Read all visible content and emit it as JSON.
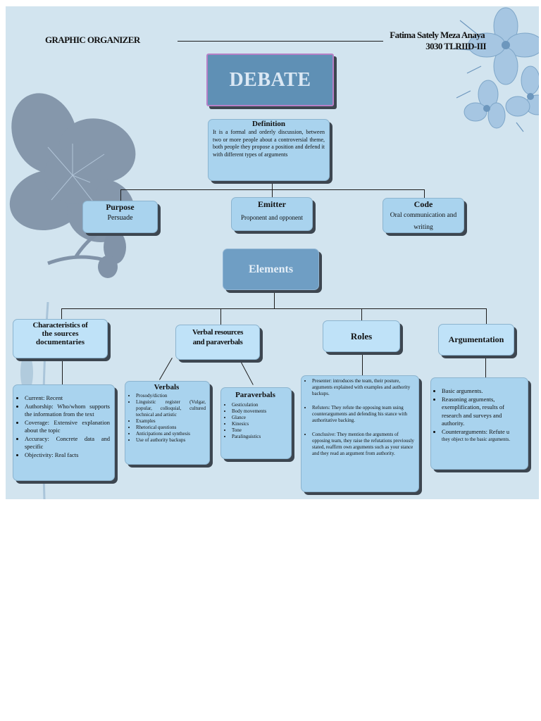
{
  "header": {
    "label": "GRAPHIC ORGANIZER",
    "author": "Fatima Sately Meza Anaya",
    "group": "3030 TLRIID-III"
  },
  "title": "DEBATE",
  "definition": {
    "title": "Definition",
    "text": "It is a formal and orderly discussion, between two or more people about a controversial theme, both people they propose a position and defend it with different types of arguments"
  },
  "purpose": {
    "title": "Purpose",
    "text": "Persuade"
  },
  "emitter": {
    "title": "Emitter",
    "text": "Proponent and opponent"
  },
  "code": {
    "title": "Code",
    "text": "Oral communication and writing"
  },
  "elements": {
    "title": "Elements"
  },
  "characteristics": {
    "title_line1": "Characteristics of",
    "title_line2": "the sources",
    "title_line3": "documentaries",
    "items": [
      "Current: Recent",
      "Authorship: Who/whom supports the information from the text",
      "Coverage: Extensive explanation about the topic",
      "Accuracy: Concrete data and specific",
      "Objectivity: Real facts"
    ]
  },
  "verbal_resources": {
    "title_line1": "Verbal resources",
    "title_line2": "and paraverbals"
  },
  "verbals": {
    "title": "Verbals",
    "items": [
      "Prosody/diction",
      "Linguistic register (Vulgar, popular, colloquial, cultured technical and artistic",
      "Examples",
      "Rhetorical questions",
      "Anticipations and synthesis",
      "Use of authority backups"
    ]
  },
  "paraverbals": {
    "title": "Paraverbals",
    "items": [
      "Gesticulation",
      "Body movements",
      "Glance",
      "Kinesics",
      "Tone",
      "Paralinguistics"
    ]
  },
  "roles": {
    "title": "Roles",
    "items": [
      "Presenter: introduces the team, their posture, arguments explained with examples and authority backups.",
      "Refuters: They refute the opposing team using counterarguments and defending his stance with authoritative backing.",
      "Conclusive: They mention the arguments of opposing team, they raise the refutations previously stated, reaffirm own arguments such as your stance and they read an argument from authority."
    ]
  },
  "argumentation": {
    "title": "Argumentation",
    "items": [
      "Basic arguments.",
      "Reasoning arguments, exemplification, results of research and surveys and authority.",
      "Counterarguments: Refute u"
    ],
    "extra": "they object to the basic arguments."
  },
  "colors": {
    "background": "#d2e4ef",
    "box_fill": "#a9d3ee",
    "title_fill": "#5f90b5",
    "elements_fill": "#6f9ec4",
    "flower": "#8193a8"
  },
  "icons": [
    "large-flower-icon",
    "blue-flowers-icon"
  ]
}
